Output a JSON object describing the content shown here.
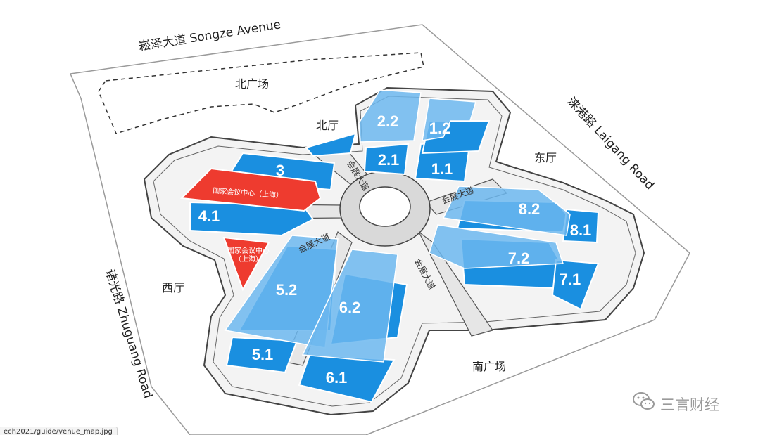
{
  "roads": {
    "north": "崧泽大道  Songze Avenue",
    "east": "涞港路  Laigang Road",
    "west": "诸光路  Zhuguang Road"
  },
  "areas": {
    "north_plaza": "北广场",
    "south_plaza": "南广场",
    "north_hall": "北厅",
    "east_hall": "东厅",
    "west_hall": "西厅"
  },
  "avenues": {
    "nw": "会展大道",
    "ne": "会展大道",
    "sw": "会展大道",
    "se": "会展大道"
  },
  "halls": {
    "h1_1": "1.1",
    "h1_2": "1.2",
    "h2_1": "2.1",
    "h2_2": "2.2",
    "h3": "3",
    "h4_1": "4.1",
    "h5_1": "5.1",
    "h5_2": "5.2",
    "h6_1": "6.1",
    "h6_2": "6.2",
    "h7_1": "7.1",
    "h7_2": "7.2",
    "h8_1": "8.1",
    "h8_2": "8.2"
  },
  "red_buildings": {
    "ncc_main": "国家会议中心（上海）",
    "ncc_small_line1": "国家会议中心",
    "ncc_small_line2": "（上海）"
  },
  "watermark": {
    "text": "三言财经",
    "icon": "wechat-icon"
  },
  "url_fragment": "ech2021/guide/venue_map.jpg",
  "colors": {
    "hall_blue": "#1a8fe0",
    "hall_upper": "#6cb7ef",
    "ncc_red": "#ee3b2f"
  }
}
